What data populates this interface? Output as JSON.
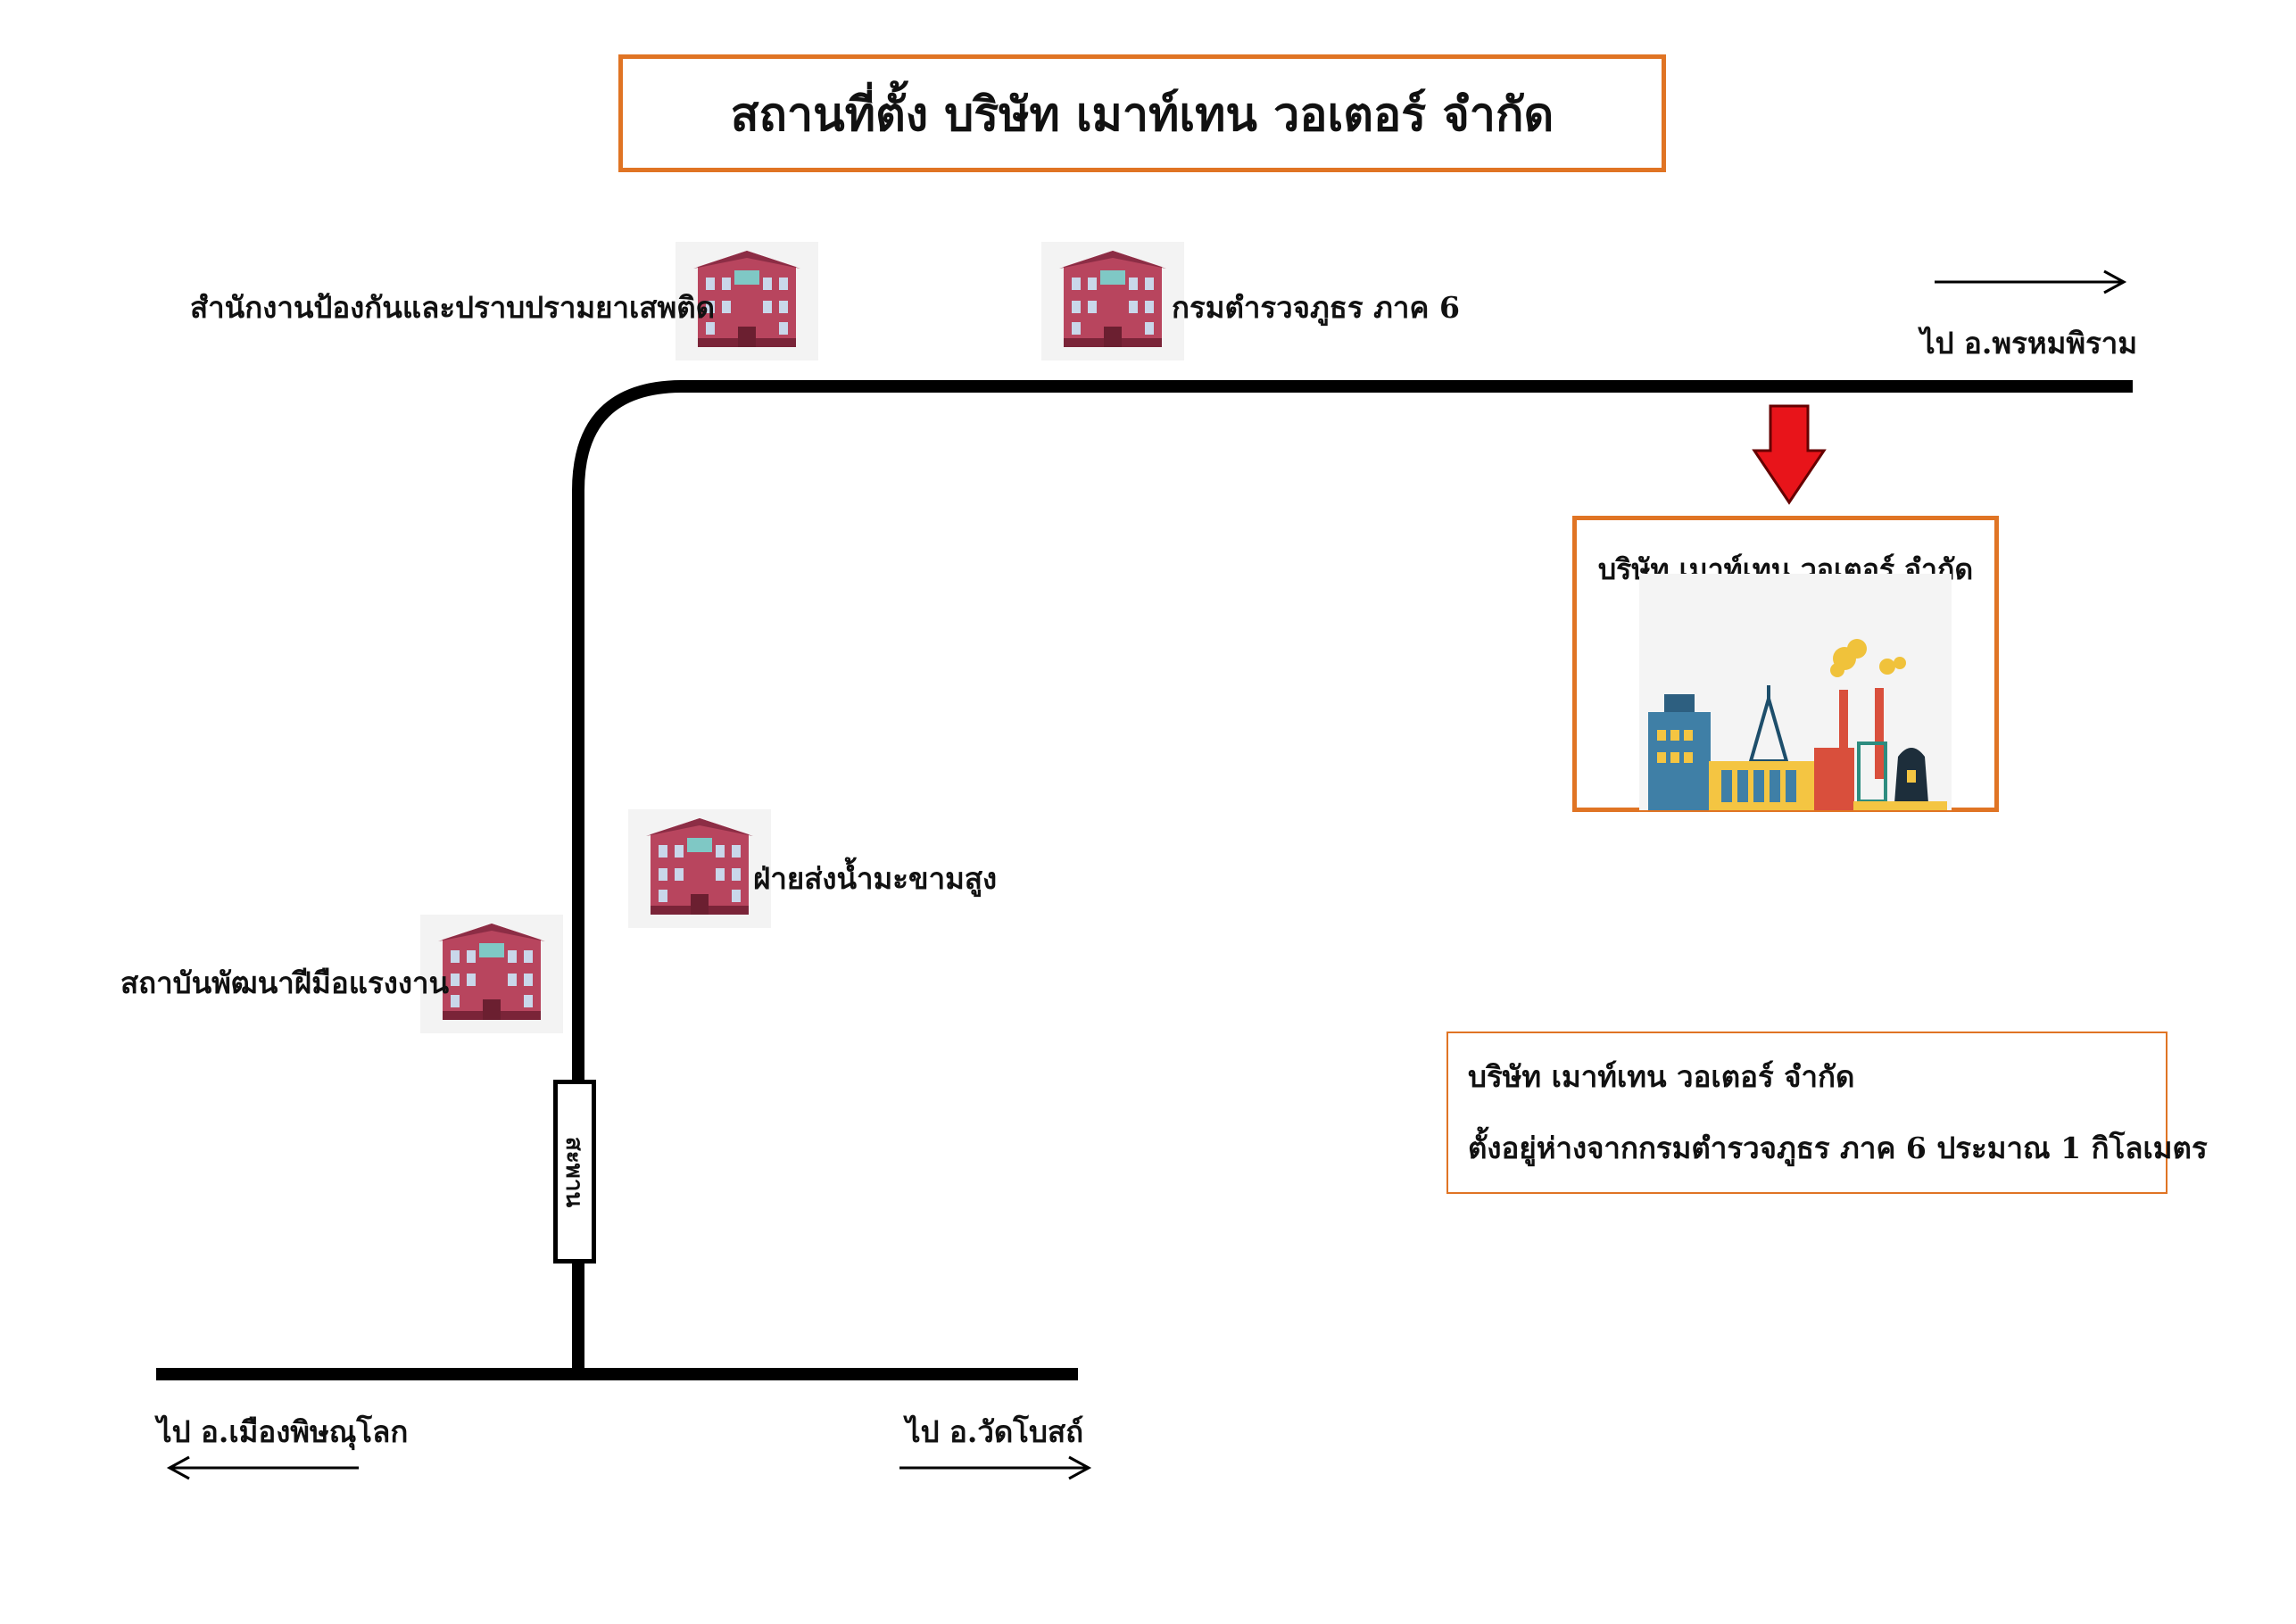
{
  "title": "สถานที่ตั้ง บริษัท เมาท์เทน วอเตอร์ จำกัด",
  "landmarks": {
    "narcotics_office": "สำนักงานป้องกันและปราบปรามยาเสพติด",
    "police_region6": "กรมตำรวจภูธร ภาค 6",
    "water_dept": "ฝ่ายส่งน้ำมะขามสูง",
    "skill_institute": "สถาบันพัฒนาฝีมือแรงงาน"
  },
  "directions": {
    "to_phrom_phiram": "ไป อ.พรหมพิราม",
    "to_mueang": "ไป อ.เมืองพิษณุโลก",
    "to_wat_bot": "ไป อ.วัดโบสถ์"
  },
  "bridge_label": "สะพาน",
  "company_box_label": "บริษัท เมาท์เทน วอเตอร์ จำกัด",
  "info": {
    "line1": "บริษัท เมาท์เทน วอเตอร์ จำกัด",
    "line2": "ตั้งอยู่ห่างจากกรมตำรวจภูธร ภาค 6 ประมาณ 1 กิโลเมตร"
  },
  "colors": {
    "frame": "#e07424",
    "road": "#000000",
    "arrow": "#e8141a",
    "building": "#b8455e"
  },
  "icons": [
    "building-icon",
    "factory-icon",
    "down-arrow-icon",
    "right-arrow-icon",
    "left-arrow-icon"
  ]
}
